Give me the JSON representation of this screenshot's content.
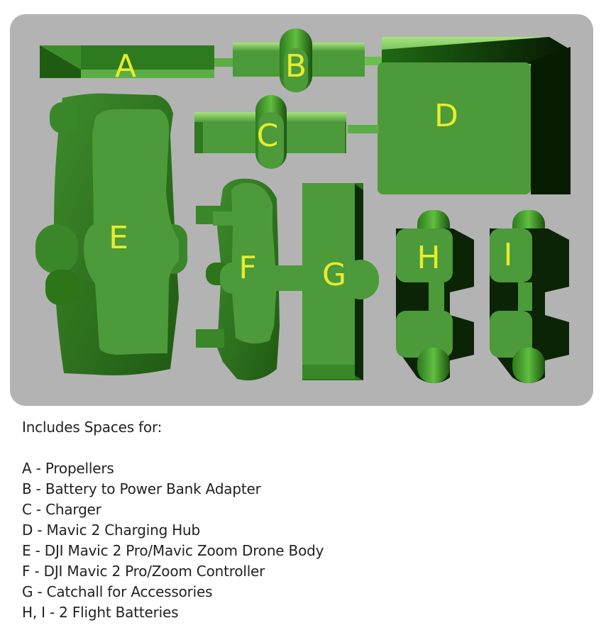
{
  "colors": {
    "tray": "#b3b3b3",
    "pocket_face": "#4c9a3a",
    "pocket_dark": "#2f7a1f",
    "pocket_deep": "#0d2a06",
    "pocket_light": "#8fd86a",
    "label": "#e6ec2e"
  },
  "tray": {
    "labels": [
      "A",
      "B",
      "C",
      "D",
      "E",
      "F",
      "G",
      "H",
      "I"
    ]
  },
  "legend": {
    "heading": "Includes Spaces for:",
    "items": [
      "A - Propellers",
      "B - Battery to Power Bank Adapter",
      "C - Charger",
      "D - Mavic 2 Charging Hub",
      "E - DJI Mavic 2 Pro/Mavic Zoom Drone Body",
      "F - DJI Mavic 2 Pro/Zoom Controller",
      "G - Catchall for Accessories",
      "H, I - 2 Flight Batteries"
    ]
  }
}
